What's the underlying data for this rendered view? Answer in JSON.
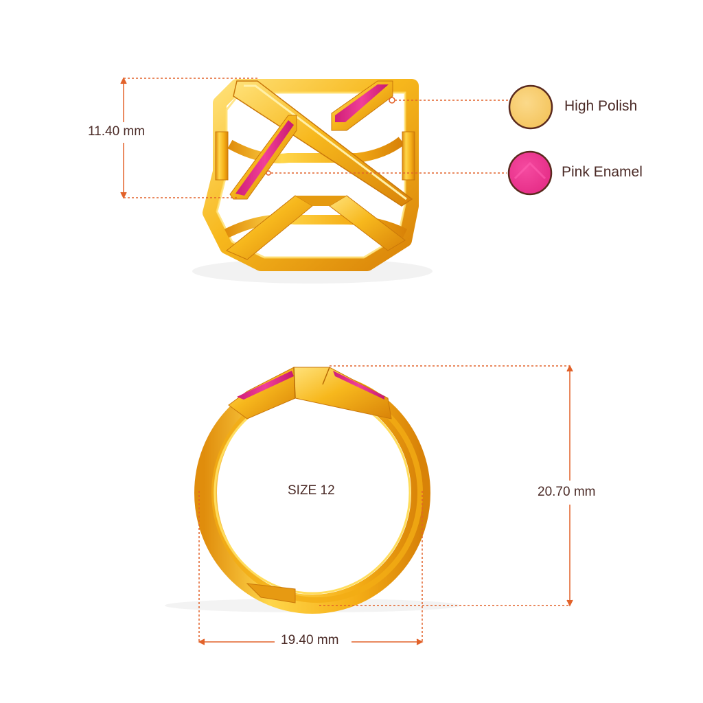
{
  "dimensions": {
    "height_label": "11.40 mm",
    "ring_height_label": "20.70 mm",
    "width_label": "19.40 mm"
  },
  "size_label": "SIZE 12",
  "legend": [
    {
      "label": "High Polish",
      "color": "#f9cf6a",
      "icon": "high-polish-swatch"
    },
    {
      "label": "Pink Enamel",
      "color": "#ea2f8e",
      "icon": "pink-enamel-swatch"
    }
  ],
  "colors": {
    "dimension_line": "#e2622a",
    "gold_light": "#ffd34a",
    "gold": "#f6b31a",
    "gold_dark": "#d9860a",
    "enamel": "#e8338d",
    "enamel_dark": "#c01f6e",
    "swatch_outline": "#5a2a1e",
    "text": "#4a2a26"
  }
}
